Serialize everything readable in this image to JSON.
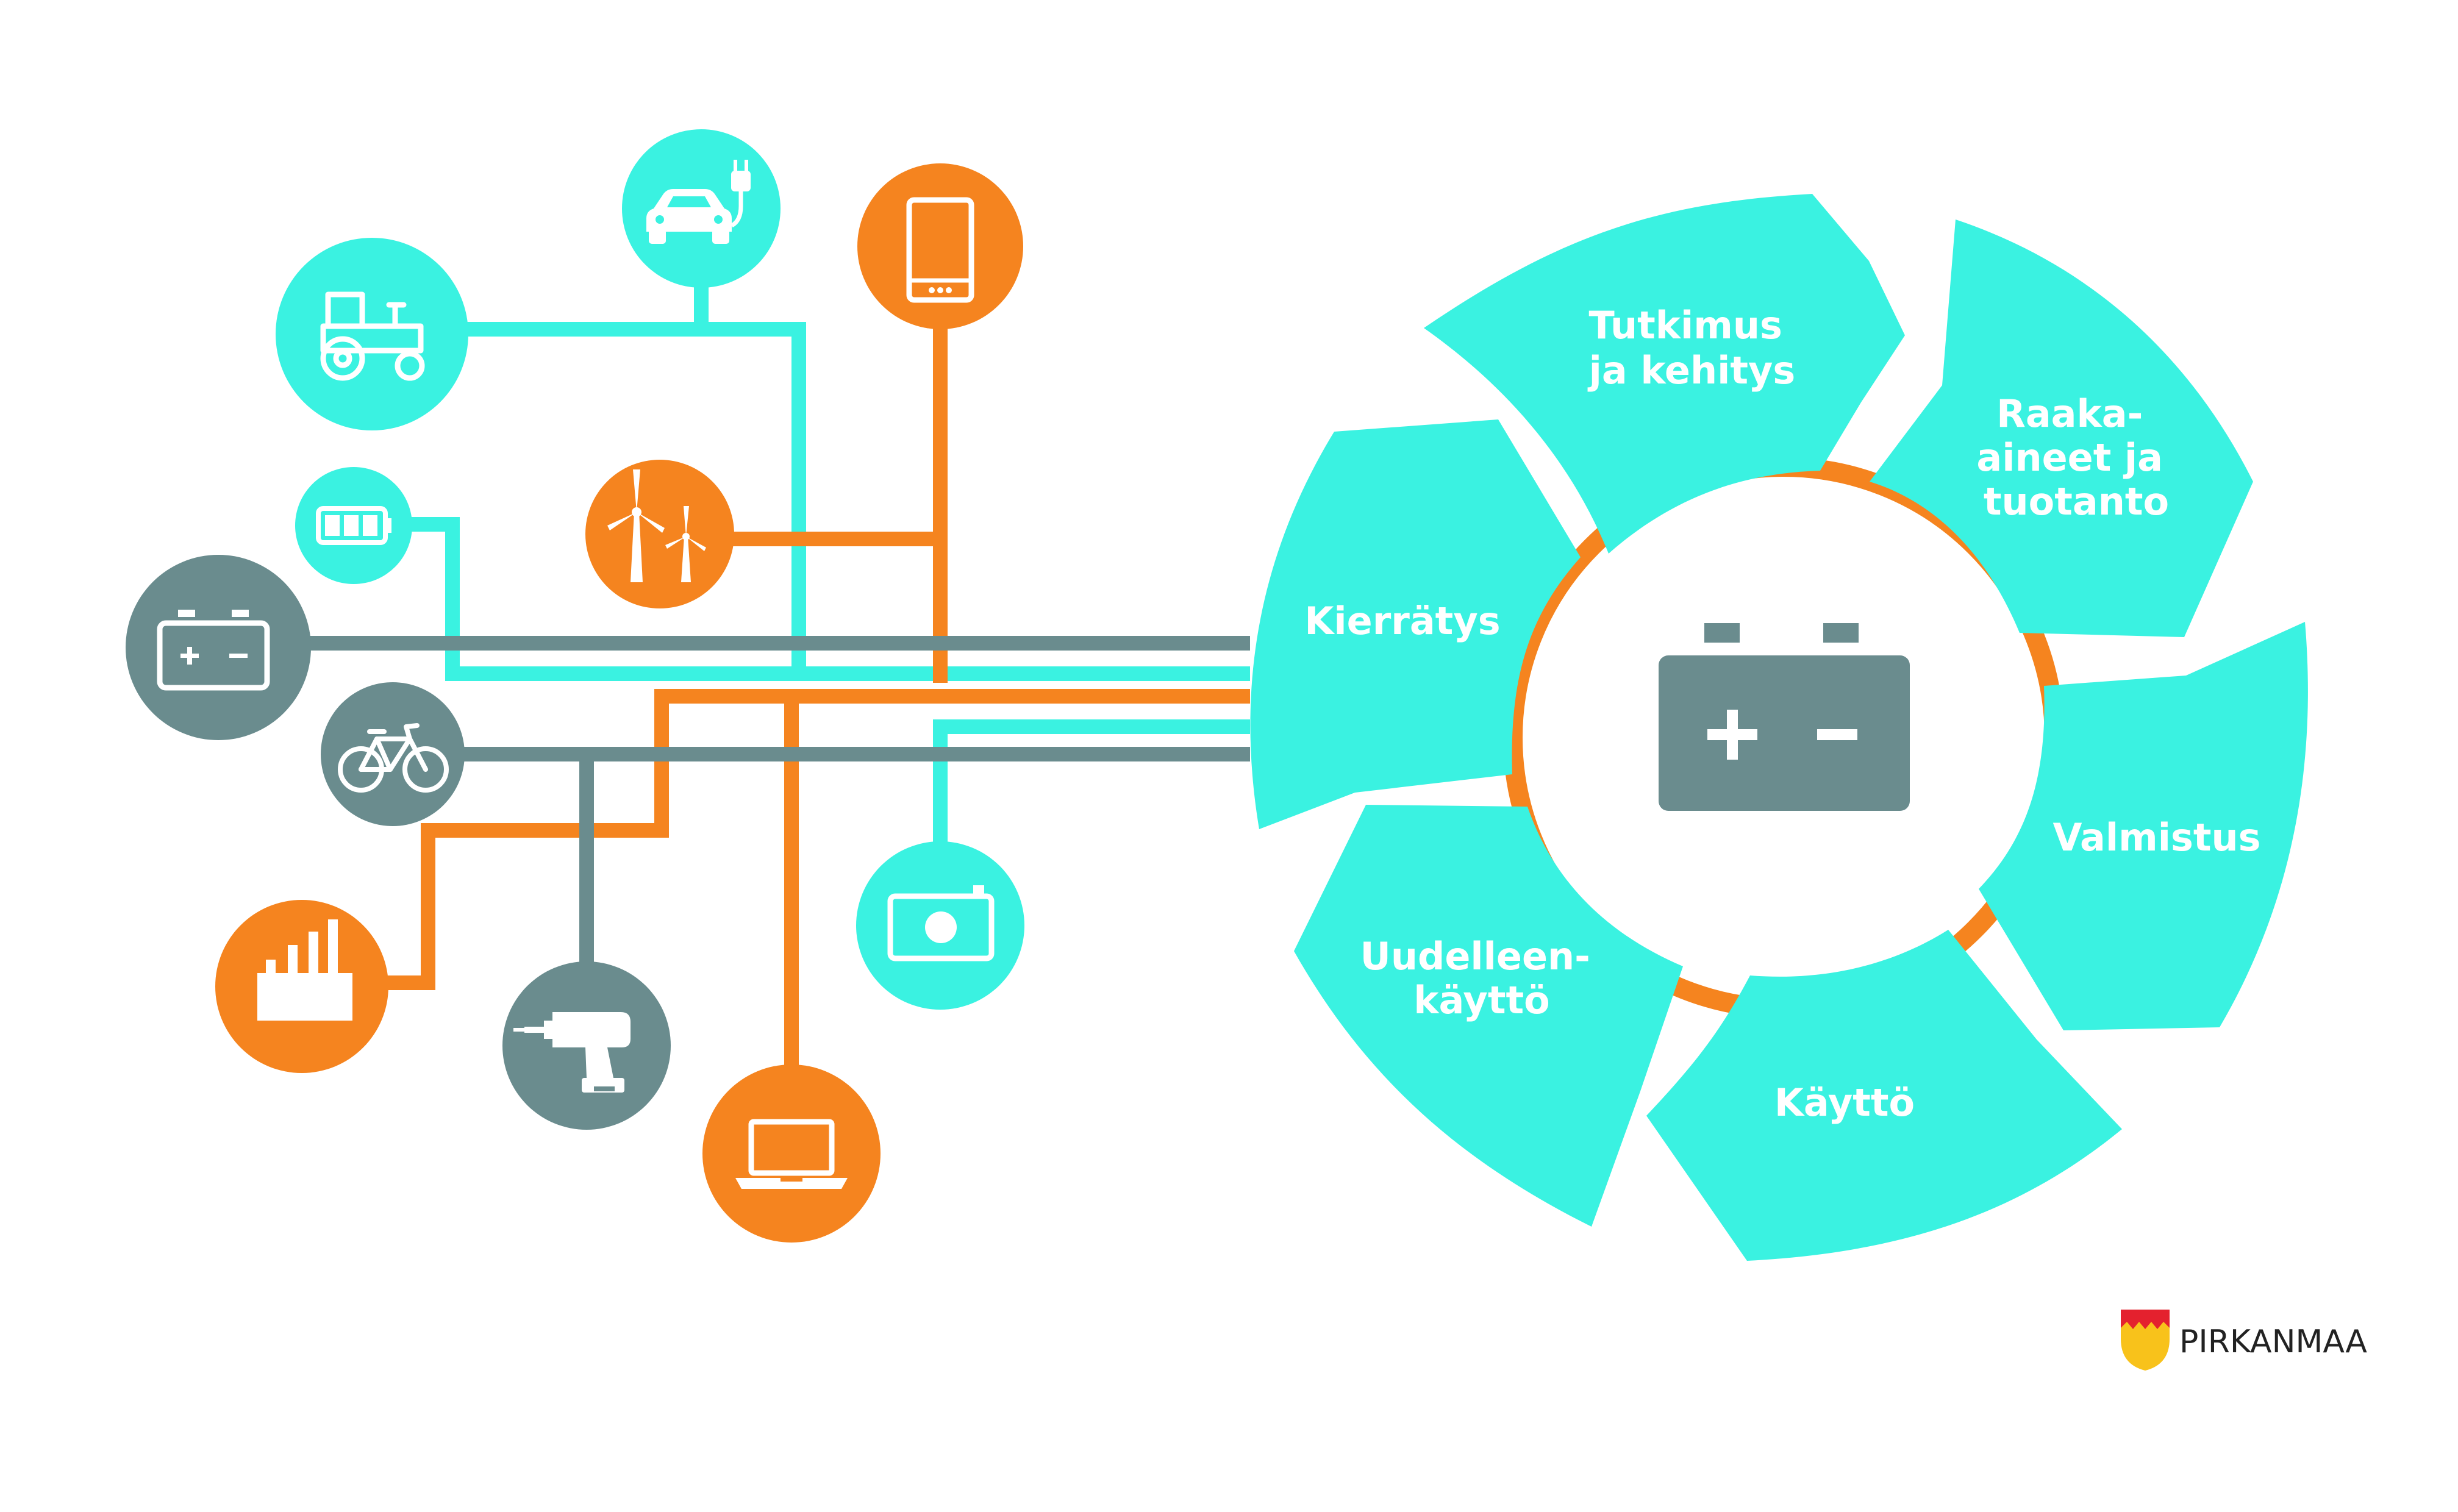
{
  "colors": {
    "cyan": "#3AF2E1",
    "orange": "#F5841F",
    "grey": "#6A8C8E",
    "white": "#FFFFFF",
    "logo_red": "#E4212E",
    "logo_yellow": "#F8C21B"
  },
  "cycle": {
    "center_icon": "car-battery-icon",
    "segments": [
      {
        "id": "tutkimus",
        "lines": [
          "Tutkimus",
          "ja kehitys"
        ]
      },
      {
        "id": "raaka-aineet",
        "lines": [
          "Raaka-",
          "aineet ja",
          "tuotanto"
        ]
      },
      {
        "id": "valmistus",
        "lines": [
          "Valmistus"
        ]
      },
      {
        "id": "kaytto",
        "lines": [
          "Käyttö"
        ]
      },
      {
        "id": "uudelleenkaytto",
        "lines": [
          "Uudelleen-",
          "käyttö"
        ]
      },
      {
        "id": "kierratys",
        "lines": [
          "Kierrätys"
        ]
      }
    ]
  },
  "devices": [
    {
      "id": "tractor",
      "icon": "tractor-icon",
      "color": "cyan"
    },
    {
      "id": "electric-car",
      "icon": "electric-car-icon",
      "color": "cyan"
    },
    {
      "id": "smartphone",
      "icon": "smartphone-icon",
      "color": "orange"
    },
    {
      "id": "small-battery",
      "icon": "battery-icon",
      "color": "cyan"
    },
    {
      "id": "wind-turbines",
      "icon": "wind-turbine-icon",
      "color": "orange"
    },
    {
      "id": "car-battery",
      "icon": "car-battery-icon",
      "color": "grey"
    },
    {
      "id": "bicycle",
      "icon": "bicycle-icon",
      "color": "grey"
    },
    {
      "id": "factory",
      "icon": "factory-icon",
      "color": "orange"
    },
    {
      "id": "drill",
      "icon": "drill-icon",
      "color": "grey"
    },
    {
      "id": "laptop",
      "icon": "laptop-icon",
      "color": "orange"
    },
    {
      "id": "camera",
      "icon": "camera-icon",
      "color": "cyan"
    }
  ],
  "logo": {
    "text": "PIRKANMAA",
    "icon": "coat-of-arms-icon"
  }
}
